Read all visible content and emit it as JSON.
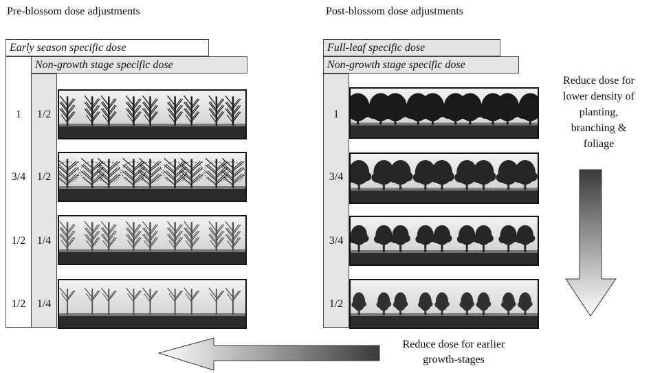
{
  "headings": {
    "pre": "Pre-blossom dose adjustments",
    "post": "Post-blossom dose adjustments"
  },
  "left_panel": {
    "tab_outer": "Early season specific dose",
    "tab_inner": "Non-growth stage specific dose",
    "rows": [
      {
        "outer": "1",
        "inner": "1/2",
        "canopy": "bare"
      },
      {
        "outer": "3/4",
        "inner": "1/2",
        "canopy": "bare-round"
      },
      {
        "outer": "1/2",
        "inner": "1/4",
        "canopy": "sparse"
      },
      {
        "outer": "1/2",
        "inner": "1/4",
        "canopy": "thin"
      }
    ]
  },
  "right_panel": {
    "tab_outer": "Full-leaf specific dose",
    "tab_inner": "Non-growth stage specific dose",
    "rows": [
      {
        "inner": "1",
        "canopy": "dense"
      },
      {
        "inner": "3/4",
        "canopy": "leafy"
      },
      {
        "inner": "3/4",
        "canopy": "leafy-small"
      },
      {
        "inner": "1/2",
        "canopy": "thin-leafy"
      }
    ]
  },
  "arrows": {
    "vertical_text": [
      "Reduce dose for",
      "lower density of",
      "planting,",
      "branching &",
      "foliage"
    ],
    "horizontal_text": [
      "Reduce dose for earlier",
      "growth-stages"
    ],
    "gradient_dark": "#3a3a3a",
    "gradient_light": "#ffffff"
  }
}
